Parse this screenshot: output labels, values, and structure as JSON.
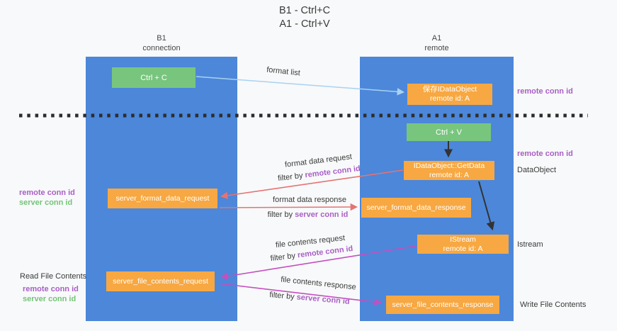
{
  "title": {
    "line1": "B1 - Ctrl+C",
    "line2": "A1 - Ctrl+V"
  },
  "lanes": {
    "left": {
      "name": "B1",
      "role": "connection"
    },
    "right": {
      "name": "A1",
      "role": "remote"
    }
  },
  "nodes": {
    "ctrl_c": {
      "label": "Ctrl + C"
    },
    "ctrl_v": {
      "label": "Ctrl + V"
    },
    "save_dataobject": {
      "line1": "保存IDataObject",
      "line2": "remote id: A"
    },
    "getdata": {
      "line1": "IDataObject::GetData",
      "line2": "remote id: A"
    },
    "istream": {
      "line1": "IStream",
      "line2": "remote id: A"
    },
    "format_request": {
      "label": "server_format_data_request"
    },
    "format_response": {
      "label": "server_format_data_response"
    },
    "file_request": {
      "label": "server_file_contents_request"
    },
    "file_response": {
      "label": "server_file_contents_response"
    }
  },
  "annotations": {
    "remote_conn_id_top": "remote conn id",
    "remote_conn_id_mid": "remote conn id",
    "dataobject": "DataObject",
    "istream": "Istream",
    "read_file_contents": "Read File Contents",
    "write_file_contents": "Write File Contents",
    "format_keys": {
      "remote": "remote conn id",
      "server": "server conn id"
    },
    "file_keys": {
      "remote": "remote conn id",
      "server": "server conn id"
    }
  },
  "flows": {
    "format_list": {
      "label": "format list"
    },
    "format_data_request": {
      "label": "format data request",
      "filter_prefix": "filter by ",
      "filter_key": "remote conn id"
    },
    "format_data_response": {
      "label": "format data response",
      "filter_prefix": "filter by ",
      "filter_key": "server conn id"
    },
    "file_contents_request": {
      "label": "file contents request",
      "filter_prefix": "filter by ",
      "filter_key": "remote conn id"
    },
    "file_contents_response": {
      "label": "file contents response",
      "filter_prefix": "filter by ",
      "filter_key": "server conn id"
    }
  },
  "colors": {
    "lane_blue": "#4c87d9",
    "node_green": "#78c57e",
    "node_orange": "#f7a842",
    "key_purple": "#a95fc5",
    "key_green": "#74c478",
    "arrow_red": "#e57373",
    "arrow_magenta": "#c44fc0",
    "arrow_light_blue": "#a9d2f1",
    "arrow_black": "#333333"
  }
}
